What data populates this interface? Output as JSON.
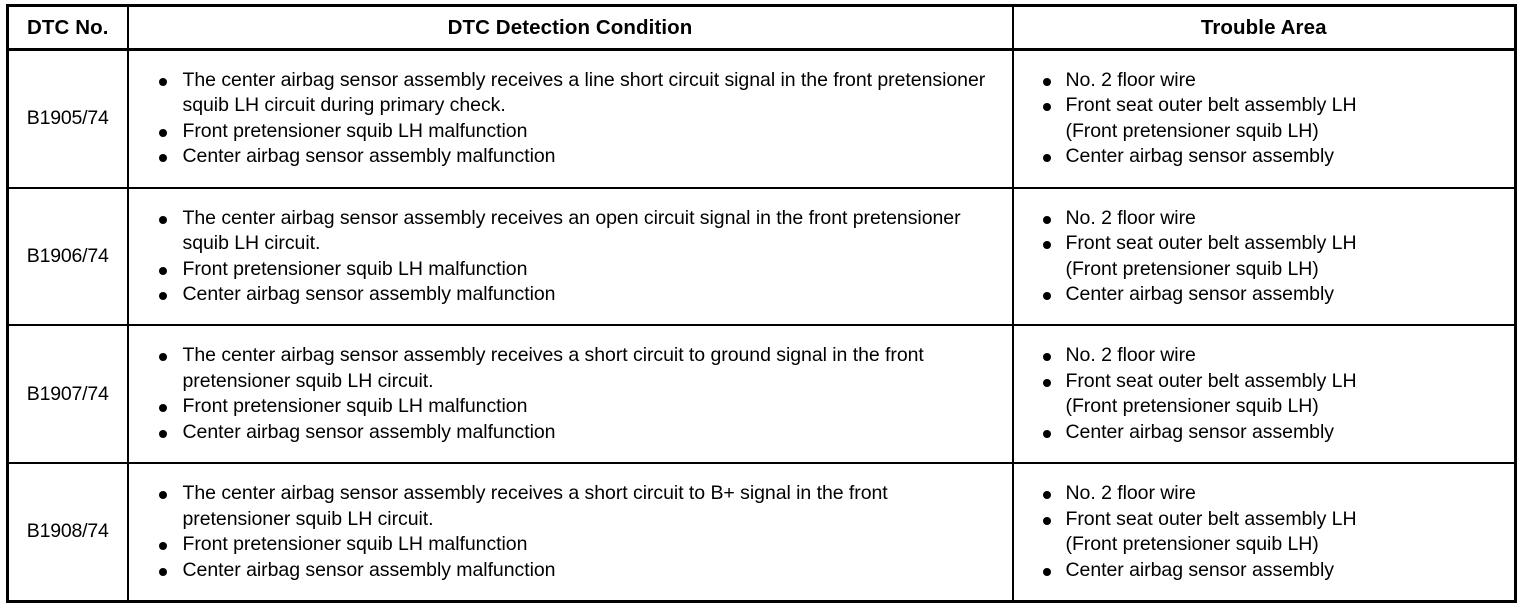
{
  "table": {
    "headers": [
      {
        "label": "DTC No.",
        "name": "header-dtc-no"
      },
      {
        "label": "DTC Detection Condition",
        "name": "header-dtc-detection-condition"
      },
      {
        "label": "Trouble Area",
        "name": "header-trouble-area"
      }
    ],
    "rows": [
      {
        "dtc_no": "B1905/74",
        "detection_condition": [
          "The center airbag sensor assembly receives a line short circuit signal in the front pretensioner squib LH circuit during primary check.",
          "Front pretensioner squib LH malfunction",
          "Center airbag sensor assembly malfunction"
        ],
        "trouble_area": [
          "No. 2 floor wire",
          "Front seat outer belt assembly LH",
          "Center airbag sensor assembly"
        ],
        "trouble_area_sub": [
          "",
          "(Front pretensioner squib LH)",
          ""
        ]
      },
      {
        "dtc_no": "B1906/74",
        "detection_condition": [
          "The center airbag sensor assembly receives an open circuit signal in the front pretensioner squib LH circuit.",
          "Front pretensioner squib LH malfunction",
          "Center airbag sensor assembly malfunction"
        ],
        "trouble_area": [
          "No. 2 floor wire",
          "Front seat outer belt assembly LH",
          "Center airbag sensor assembly"
        ],
        "trouble_area_sub": [
          "",
          "(Front pretensioner squib LH)",
          ""
        ]
      },
      {
        "dtc_no": "B1907/74",
        "detection_condition": [
          "The center airbag sensor assembly receives a short circuit to ground signal in the front pretensioner squib LH circuit.",
          "Front pretensioner squib LH malfunction",
          "Center airbag sensor assembly malfunction"
        ],
        "trouble_area": [
          "No. 2 floor wire",
          "Front seat outer belt assembly LH",
          "Center airbag sensor assembly"
        ],
        "trouble_area_sub": [
          "",
          "(Front pretensioner squib LH)",
          ""
        ]
      },
      {
        "dtc_no": "B1908/74",
        "detection_condition": [
          "The center airbag sensor assembly receives a short circuit to B+ signal in the front pretensioner squib LH circuit.",
          "Front pretensioner squib LH malfunction",
          "Center airbag sensor assembly malfunction"
        ],
        "trouble_area": [
          "No. 2 floor wire",
          "Front seat outer belt assembly LH",
          "Center airbag sensor assembly"
        ],
        "trouble_area_sub": [
          "",
          "(Front pretensioner squib LH)",
          ""
        ]
      }
    ]
  },
  "colors": {
    "border": "#000000",
    "text": "#000000",
    "background": "#ffffff"
  }
}
